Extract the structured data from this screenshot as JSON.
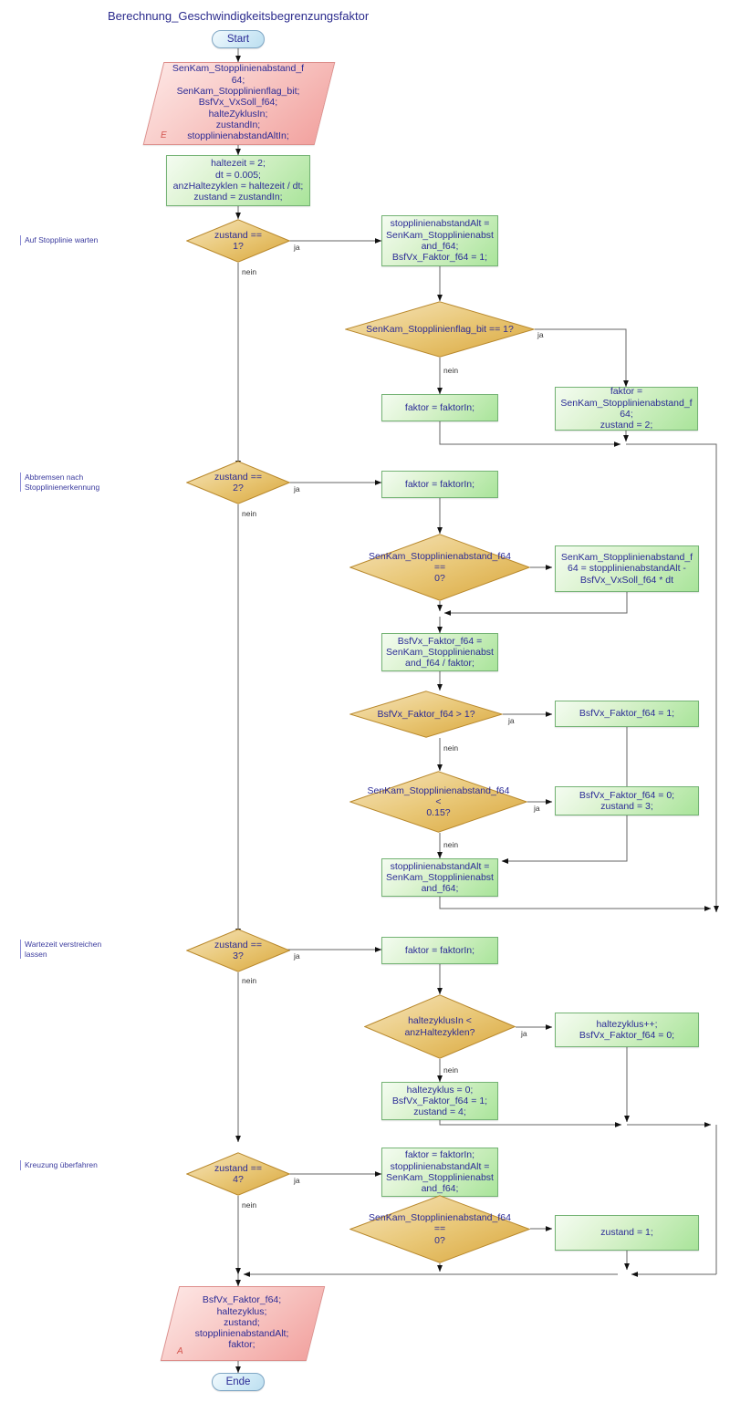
{
  "diagram": {
    "title": "Berechnung_Geschwindigkeitsbegrenzungsfaktor",
    "type": "flowchart",
    "language": "de",
    "colors": {
      "terminator": "#bcdff0",
      "process": "#a9e49a",
      "data": "#f2a3a0",
      "decision": "#e0b14a",
      "text": "#2b2b96",
      "edge": "#555555"
    },
    "edge_labels": {
      "yes": "ja",
      "no": "nein"
    }
  },
  "phases": [
    {
      "label": "Auf Stopplinie warten"
    },
    {
      "label": "Abbremsen nach\nStopplinienerkennung"
    },
    {
      "label": "Wartezeit verstreichen\nlassen"
    },
    {
      "label": "Kreuzung überfahren"
    }
  ],
  "nodes": {
    "start": {
      "label": "Start",
      "shape": "terminator"
    },
    "input": {
      "label": "SenKam_Stopplinienabstand_f\n64;\nSenKam_Stopplinienflag_bit;\nBsfVx_VxSoll_f64;\nhalteZyklusIn;\nzustandIn;\nstopplinienabstandAltIn;",
      "shape": "data",
      "marker": "E"
    },
    "init": {
      "label": "haltezeit = 2;\ndt = 0.005;\nanzHaltezyklen = haltezeit / dt;\nzustand = zustandIn;",
      "shape": "process"
    },
    "dec_z1": {
      "label": "zustand ==\n1?",
      "shape": "decision"
    },
    "p_z1": {
      "label": "stopplinienabstandAlt =\nSenKam_Stopplinienabst\nand_f64;\nBsfVx_Faktor_f64 = 1;",
      "shape": "process"
    },
    "dec_flag": {
      "label": "SenKam_Stopplinienflag_bit == 1?",
      "shape": "decision"
    },
    "p_flag_nein": {
      "label": "faktor = faktorIn;",
      "shape": "process"
    },
    "p_flag_ja": {
      "label": "faktor =\nSenKam_Stopplinienabstand_f\n64;\nzustand = 2;",
      "shape": "process"
    },
    "dec_z2": {
      "label": "zustand ==\n2?",
      "shape": "decision"
    },
    "p_z2": {
      "label": "faktor = faktorIn;",
      "shape": "process"
    },
    "dec_abst0_a": {
      "label": "SenKam_Stopplinienabstand_f64 ==\n0?",
      "shape": "decision"
    },
    "p_abst_calc": {
      "label": "SenKam_Stopplinienabstand_f\n64 = stopplinienabstandAlt -\nBsfVx_VxSoll_f64 * dt",
      "shape": "process"
    },
    "p_faktor_div": {
      "label": "BsfVx_Faktor_f64 =\nSenKam_Stopplinienabst\nand_f64 / faktor;",
      "shape": "process"
    },
    "dec_gt1": {
      "label": "BsfVx_Faktor_f64 > 1?",
      "shape": "decision"
    },
    "p_set1": {
      "label": "BsfVx_Faktor_f64 = 1;",
      "shape": "process"
    },
    "dec_lt015": {
      "label": "SenKam_Stopplinienabstand_f64 <\n0.15?",
      "shape": "decision"
    },
    "p_set0_z3": {
      "label": "BsfVx_Faktor_f64 = 0;\nzustand = 3;",
      "shape": "process"
    },
    "p_alt_store": {
      "label": "stopplinienabstandAlt =\nSenKam_Stopplinienabst\nand_f64;",
      "shape": "process"
    },
    "dec_z3": {
      "label": "zustand ==\n3?",
      "shape": "decision"
    },
    "p_z3": {
      "label": "faktor = faktorIn;",
      "shape": "process"
    },
    "dec_zyk": {
      "label": "haltezyklusIn <\nanzHaltezyklen?",
      "shape": "decision"
    },
    "p_zyk_inc": {
      "label": "haltezyklus++;\nBsfVx_Faktor_f64 = 0;",
      "shape": "process"
    },
    "p_zyk_reset": {
      "label": "haltezyklus = 0;\nBsfVx_Faktor_f64 = 1;\nzustand = 4;",
      "shape": "process"
    },
    "dec_z4": {
      "label": "zustand ==\n4?",
      "shape": "decision"
    },
    "p_z4": {
      "label": "faktor = faktorIn;\nstopplinienabstandAlt =\nSenKam_Stopplinienabst\nand_f64;",
      "shape": "process"
    },
    "dec_abst0_b": {
      "label": "SenKam_Stopplinienabstand_f64 ==\n0?",
      "shape": "decision"
    },
    "p_z1_set": {
      "label": "zustand = 1;",
      "shape": "process"
    },
    "output": {
      "label": "BsfVx_Faktor_f64;\nhaltezyklus;\nzustand;\nstopplinienabstandAlt;\nfaktor;",
      "shape": "data",
      "marker": "A"
    },
    "ende": {
      "label": "Ende",
      "shape": "terminator"
    }
  },
  "edge_text": {
    "e1": "ja",
    "e2": "nein",
    "e3": "ja",
    "e4": "nein",
    "e5": "ja",
    "e6": "nein",
    "e7": "ja",
    "e8": "nein",
    "e9": "ja",
    "e10": "nein",
    "e11": "ja",
    "e12": "nein",
    "e13": "ja",
    "e14": "nein",
    "e15": "ja",
    "e16": "nein"
  }
}
